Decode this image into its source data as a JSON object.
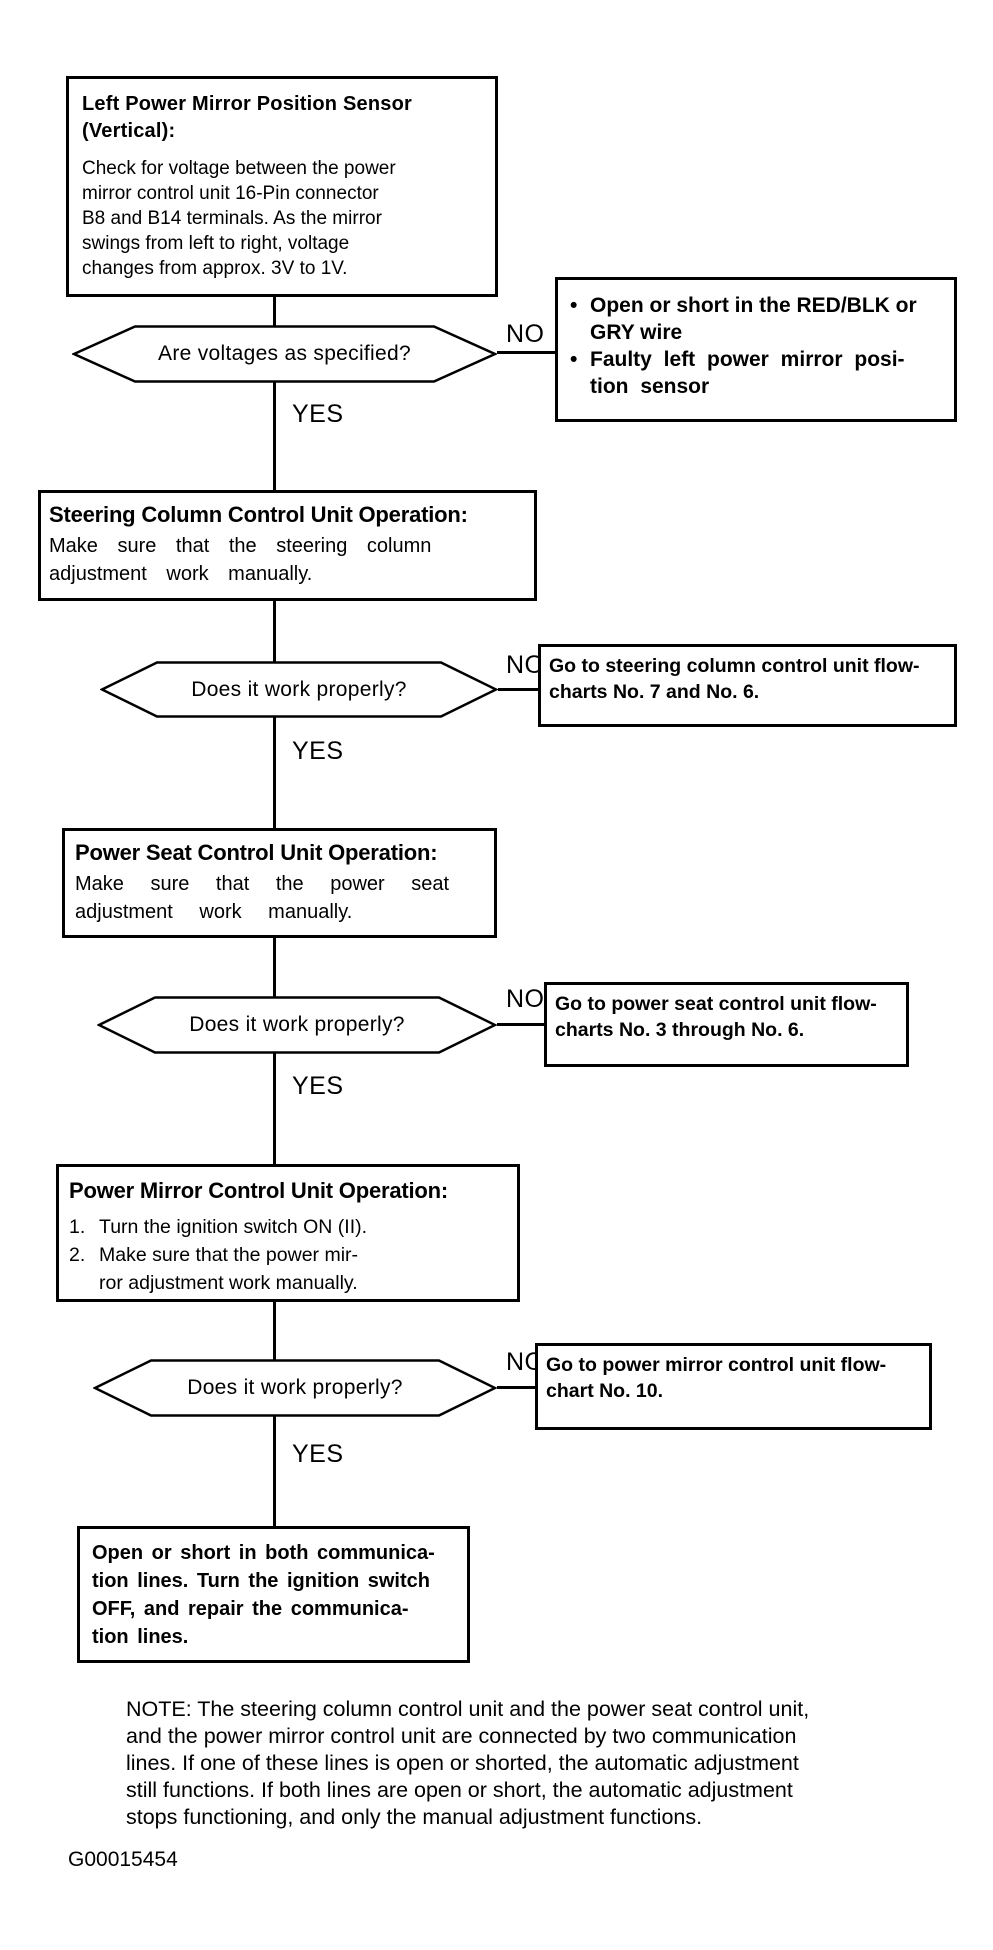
{
  "labels": {
    "yes": "YES",
    "no": "NO",
    "bullet": "•"
  },
  "flowchart": {
    "step1": {
      "title": "Left Power Mirror Position Sensor\n(Vertical):",
      "body": "Check for voltage between the power\nmirror control unit 16-Pin connector\nB8 and B14 terminals. As the mirror\nswings from left to right, voltage\nchanges from approx. 3V to 1V."
    },
    "decision1": {
      "question": "Are voltages as specified?"
    },
    "result1": {
      "items": [
        "Open or short in the RED/BLK or\nGRY wire",
        "Faulty left power mirror posi-\ntion sensor"
      ]
    },
    "step2": {
      "title": "Steering Column Control Unit Operation:",
      "body": "Make sure that the steering column\nadjustment work manually."
    },
    "decision2": {
      "question": "Does it work properly?"
    },
    "result2": {
      "text": "Go to steering column control unit flow-\ncharts No. 7 and No. 6."
    },
    "step3": {
      "title": "Power Seat Control Unit Operation:",
      "body": "Make sure that the power seat\nadjustment work manually."
    },
    "decision3": {
      "question": "Does it work properly?"
    },
    "result3": {
      "text": "Go to power seat control unit flow-\ncharts No. 3 through No. 6."
    },
    "step4": {
      "title": "Power Mirror Control Unit Operation:",
      "steps": [
        {
          "n": "1.",
          "text": "Turn the ignition switch ON (II)."
        },
        {
          "n": "2.",
          "text": "Make sure that the power mir-\nror adjustment work manually."
        }
      ]
    },
    "decision4": {
      "question": "Does it work properly?"
    },
    "result4": {
      "text": "Go to power mirror control unit flow-\nchart No. 10."
    },
    "conclusion": {
      "text": "Open or short in both communica-\ntion lines. Turn the ignition switch\nOFF, and repair the communica-\ntion lines."
    }
  },
  "note": {
    "text": "NOTE: The steering column control unit and the power seat control unit,\nand the power mirror control unit are connected by two communication\nlines. If one of these lines is open or shorted, the automatic adjustment\nstill functions. If both lines are open or short, the automatic adjustment\nstops functioning, and only the manual adjustment functions."
  },
  "figure_id": "G00015454"
}
